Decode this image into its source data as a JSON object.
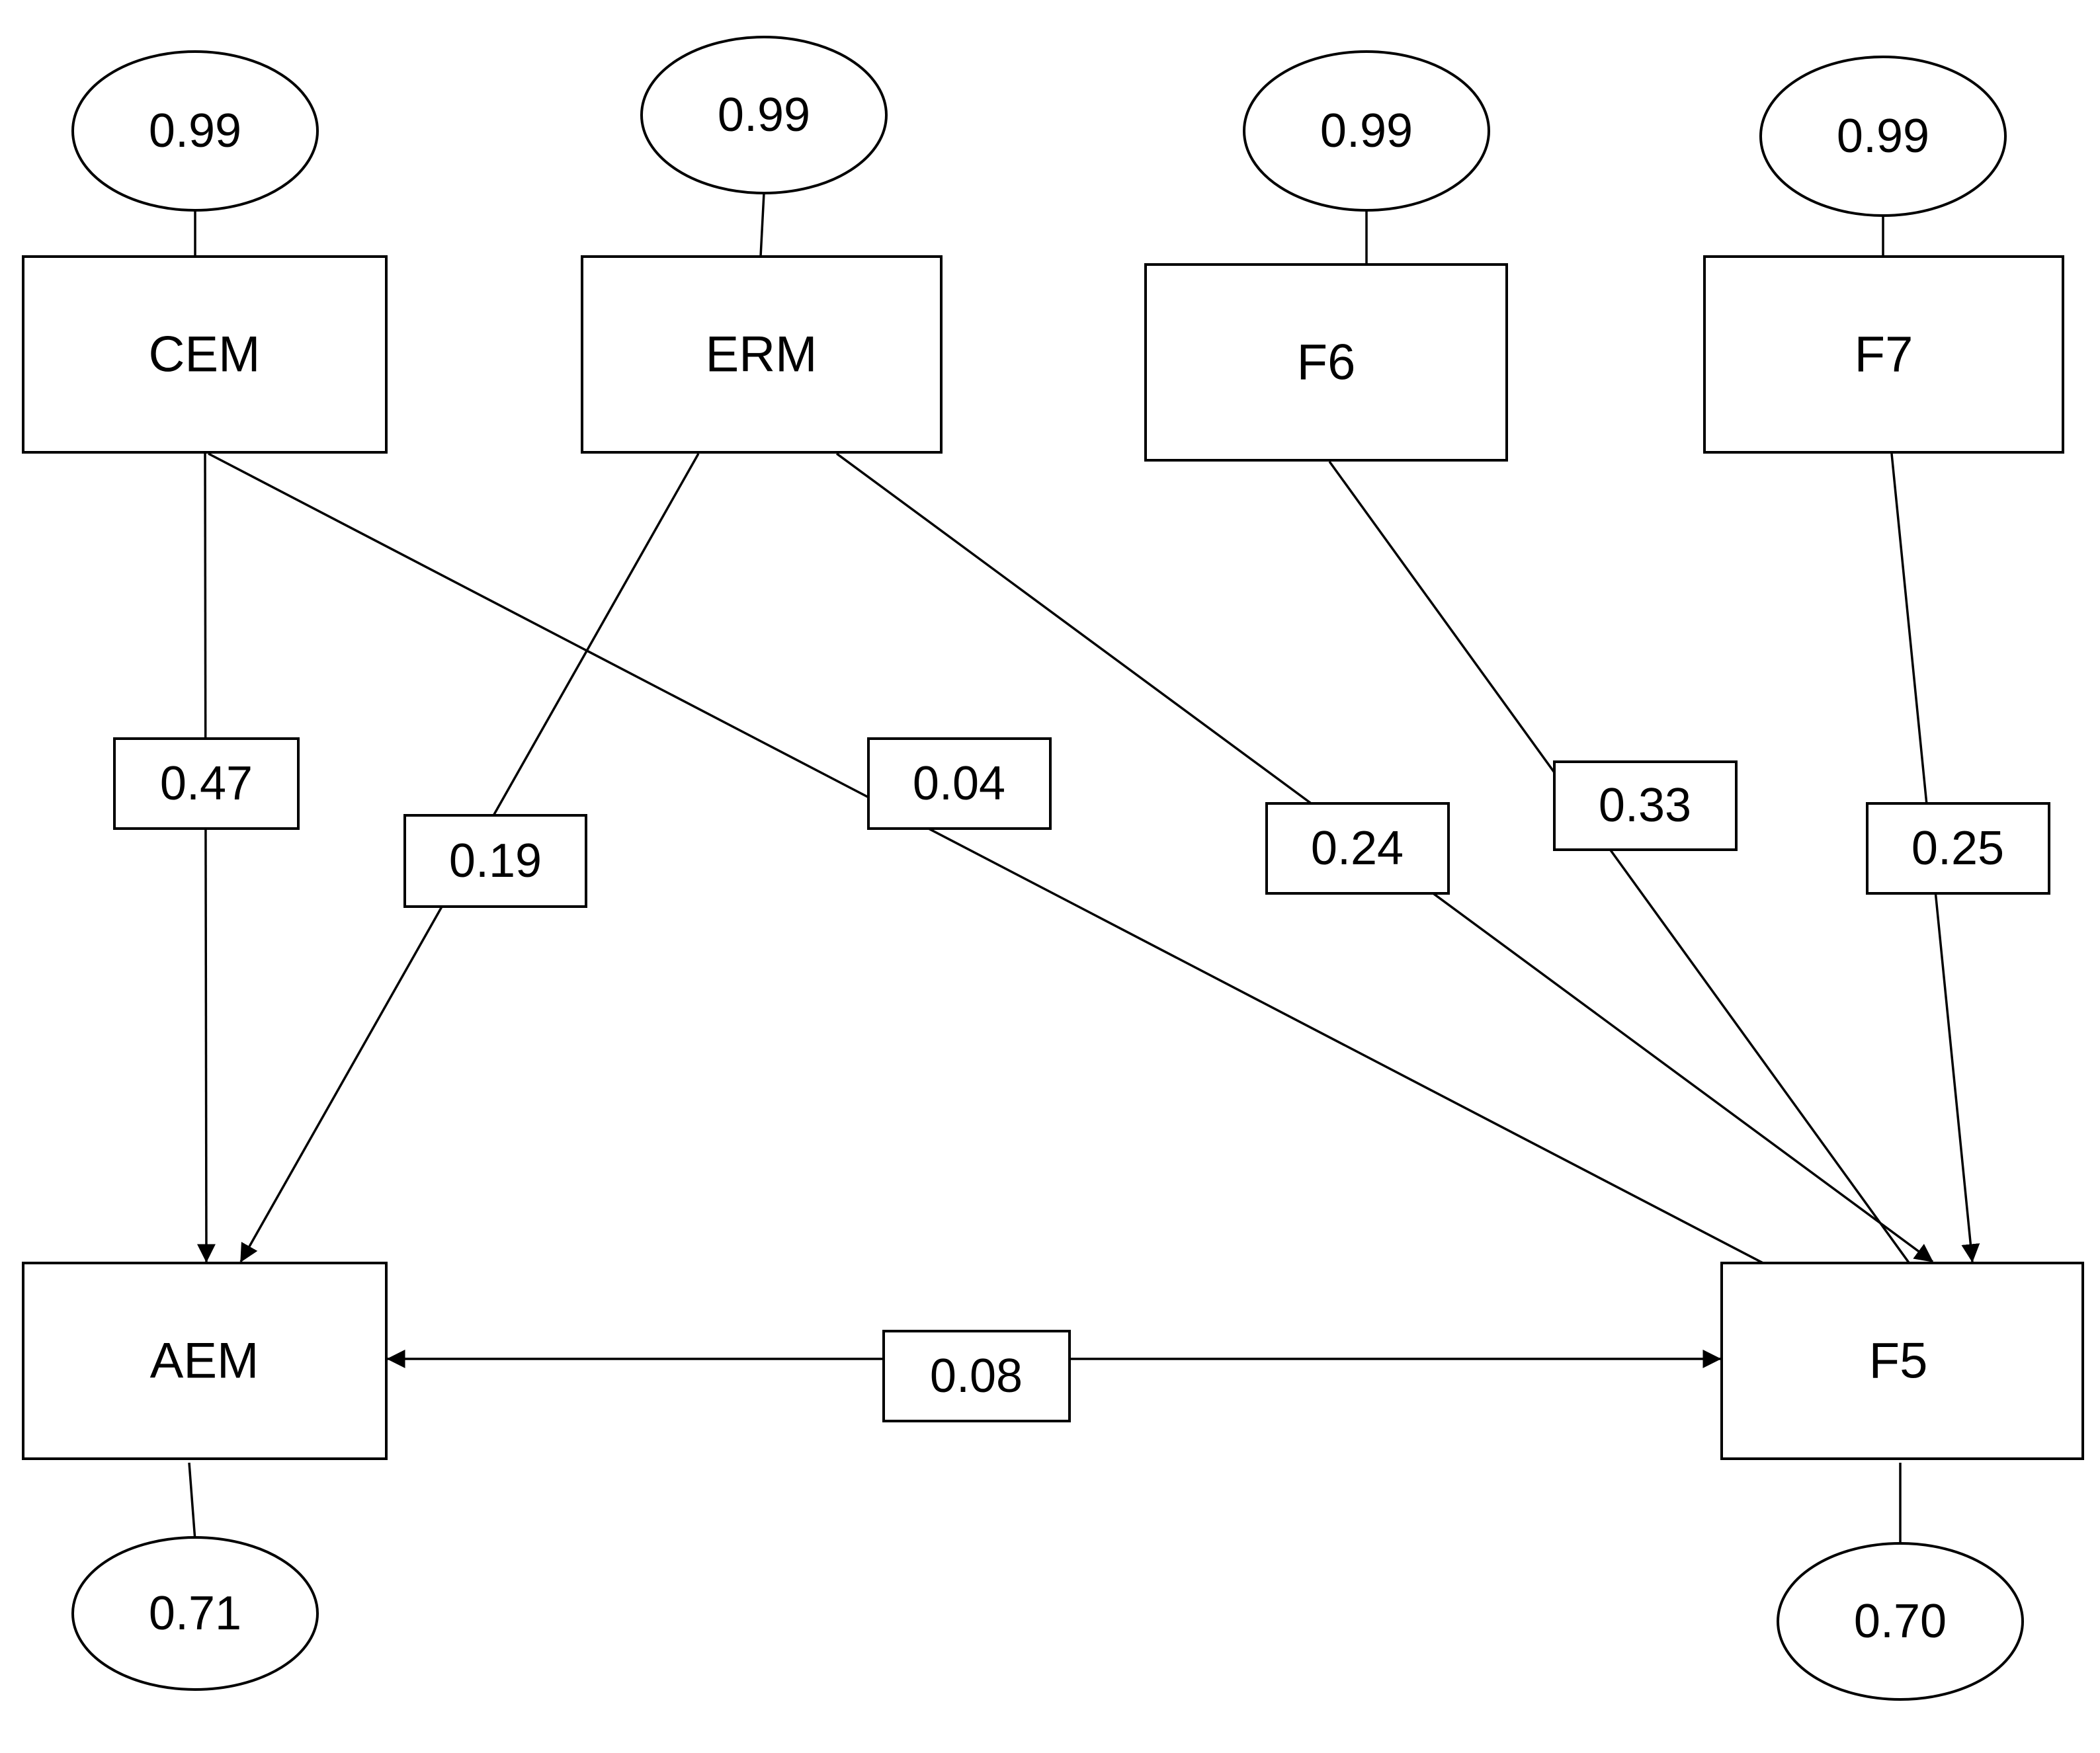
{
  "nodes": {
    "cem": "CEM",
    "erm": "ERM",
    "f6": "F6",
    "f7": "F7",
    "aem": "AEM",
    "f5": "F5"
  },
  "errors": {
    "cem": "0.99",
    "erm": "0.99",
    "f6": "0.99",
    "f7": "0.99",
    "aem": "0.71",
    "f5": "0.70"
  },
  "paths": {
    "cem_aem": "0.47",
    "erm_aem": "0.19",
    "cem_f5": "0.04",
    "erm_f5": "0.24",
    "f6_f5": "0.33",
    "f7_f5": "0.25",
    "aem_f5": "0.08"
  }
}
